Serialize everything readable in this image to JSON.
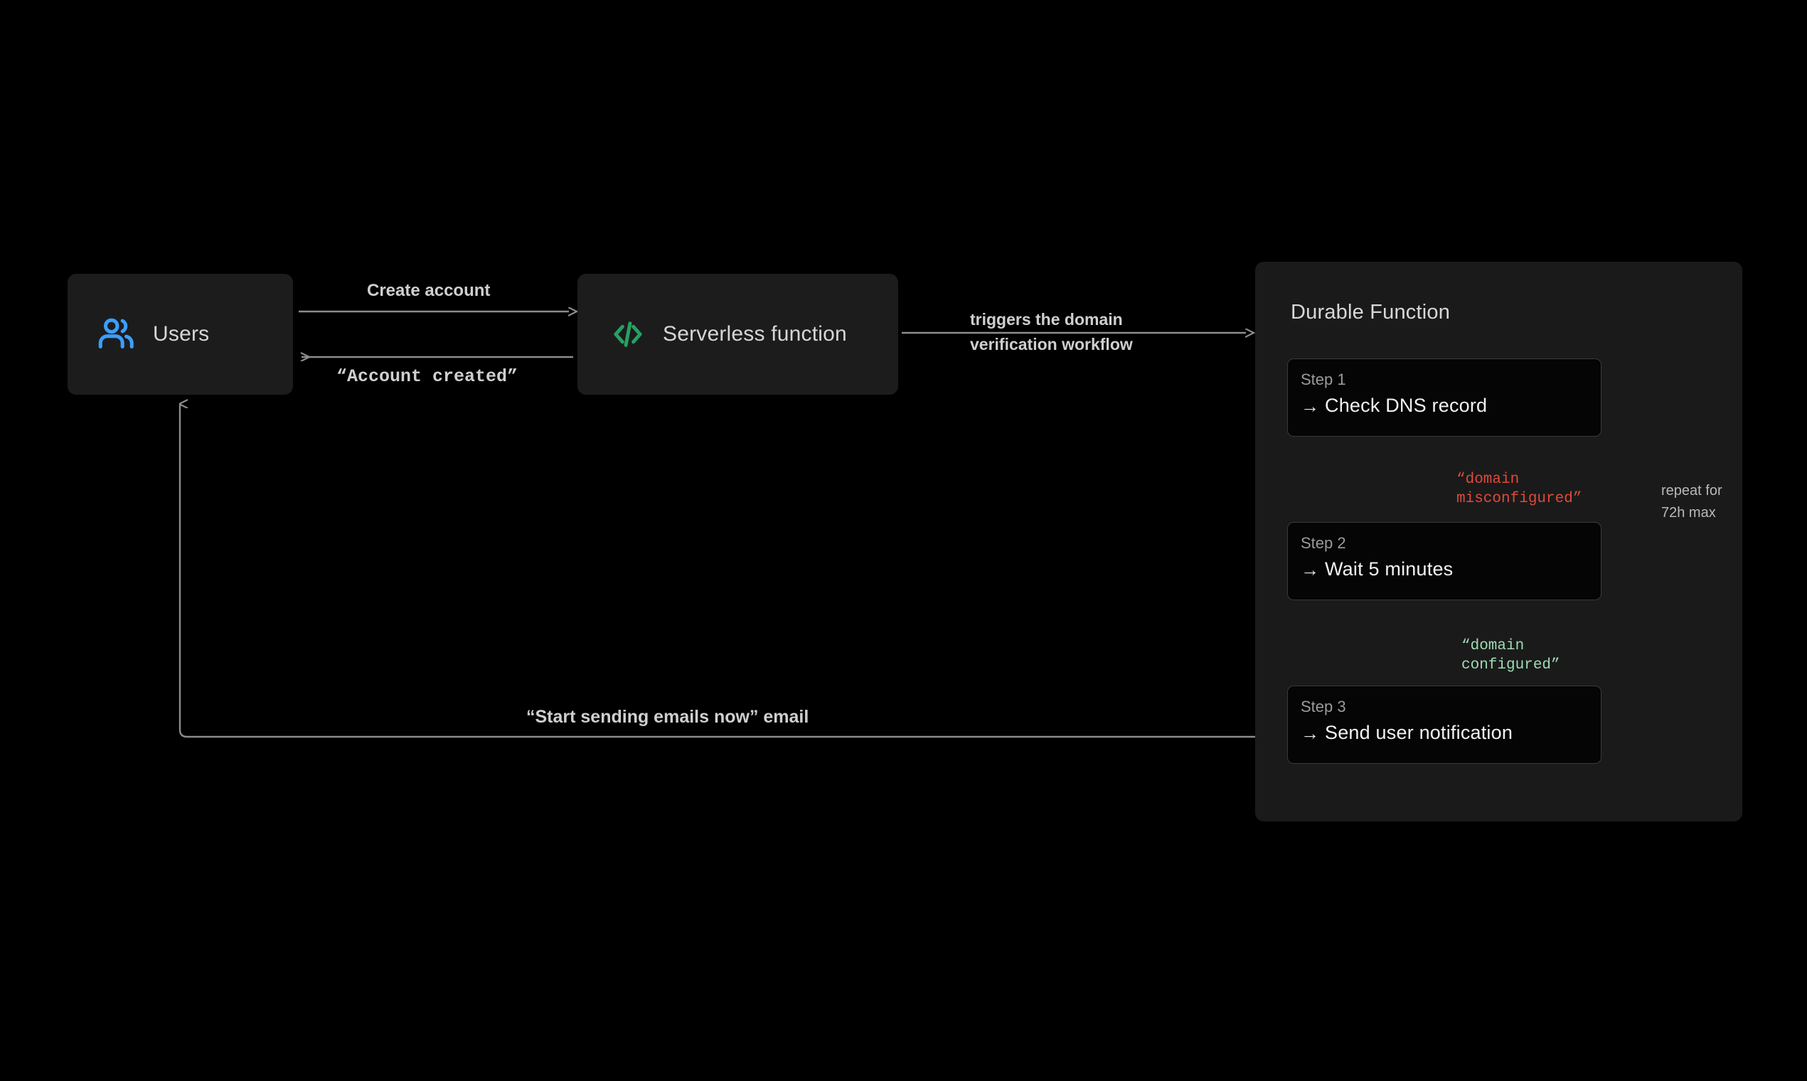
{
  "canvas": {
    "background": "#000000",
    "line_color": "#8c8c8c"
  },
  "nodes": {
    "users": {
      "label": "Users",
      "icon": "users-icon",
      "icon_color": "#3b9eff",
      "background": "#1c1c1c"
    },
    "serverless": {
      "label": "Serverless function",
      "icon": "code-icon",
      "icon_color": "#25a162",
      "background": "#1c1c1c"
    }
  },
  "durable_function": {
    "title": "Durable Function",
    "background": "#1a1a1a",
    "steps": [
      {
        "kicker": "Step 1",
        "arrow": "→",
        "title": "Check DNS record"
      },
      {
        "kicker": "Step 2",
        "arrow": "→",
        "title": "Wait 5 minutes"
      },
      {
        "kicker": "Step 3",
        "arrow": "→",
        "title": "Send user notification"
      }
    ],
    "transitions": [
      {
        "label": "“domain\nmisconfigured”",
        "color": "#e04a3c"
      },
      {
        "label": "“domain\nconfigured”",
        "color": "#9fdcb4"
      }
    ],
    "loop_label": "repeat for\n72h max"
  },
  "edges": {
    "create_account": "Create account",
    "account_created": "“Account created”",
    "triggers_workflow": "triggers the domain\nverification workflow",
    "start_sending": "“Start sending emails now” email"
  }
}
